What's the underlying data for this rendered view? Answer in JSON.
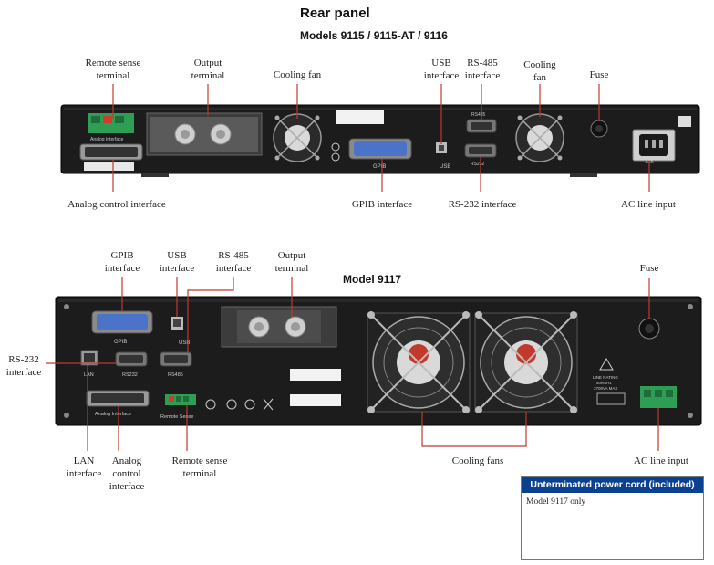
{
  "header": {
    "title": "Rear panel",
    "subtitle_top": "Models 9115 / 9115-AT / 9116",
    "subtitle_bottom": "Model 9117"
  },
  "top_labels": {
    "remote_sense": [
      "Remote sense",
      "terminal"
    ],
    "output": [
      "Output",
      "terminal"
    ],
    "cooling_fan": "Cooling fan",
    "usb": [
      "USB",
      "interface"
    ],
    "rs485": [
      "RS-485",
      "interface"
    ],
    "cooling_fan2": [
      "Cooling",
      "fan"
    ],
    "fuse": "Fuse",
    "analog": "Analog control interface",
    "gpib": "GPIB interface",
    "rs232": "RS-232 interface",
    "ac": "AC line input"
  },
  "bottom_labels": {
    "gpib": [
      "GPIB",
      "interface"
    ],
    "usb": [
      "USB",
      "interface"
    ],
    "rs485": [
      "RS-485",
      "interface"
    ],
    "output": [
      "Output",
      "terminal"
    ],
    "fuse": "Fuse",
    "rs232": [
      "RS-232",
      "interface"
    ],
    "lan": [
      "LAN",
      "interface"
    ],
    "analog": [
      "Analog",
      "control",
      "interface"
    ],
    "remote_sense": [
      "Remote sense",
      "terminal"
    ],
    "cooling_fans": "Cooling fans",
    "ac": "AC line input"
  },
  "panel_text": {
    "top_analog": "Analog Interface",
    "top_gpib": "GPIB",
    "top_usb": "USB",
    "top_rs485": "RS485",
    "top_rs232": "RS232",
    "bot_gpib": "GPIB",
    "bot_usb": "USB",
    "bot_lan": "LAN",
    "bot_rs232": "RS232",
    "bot_rs485": "RS485",
    "bot_analog": "Analog Interface",
    "bot_remote": "Remote Sense",
    "bot_line": "LINE RATING",
    "bot_line2": "50/60Hz",
    "bot_line3": "3700VA MAX"
  },
  "cord_box": {
    "title": "Unterminated power cord (included)",
    "note": "Model 9117 only"
  },
  "colors": {
    "panel": "#1c1c1c",
    "callout_line": "#c0392b",
    "cord_header": "#0b3f8f",
    "gpib_connector": "#4a73c9"
  }
}
